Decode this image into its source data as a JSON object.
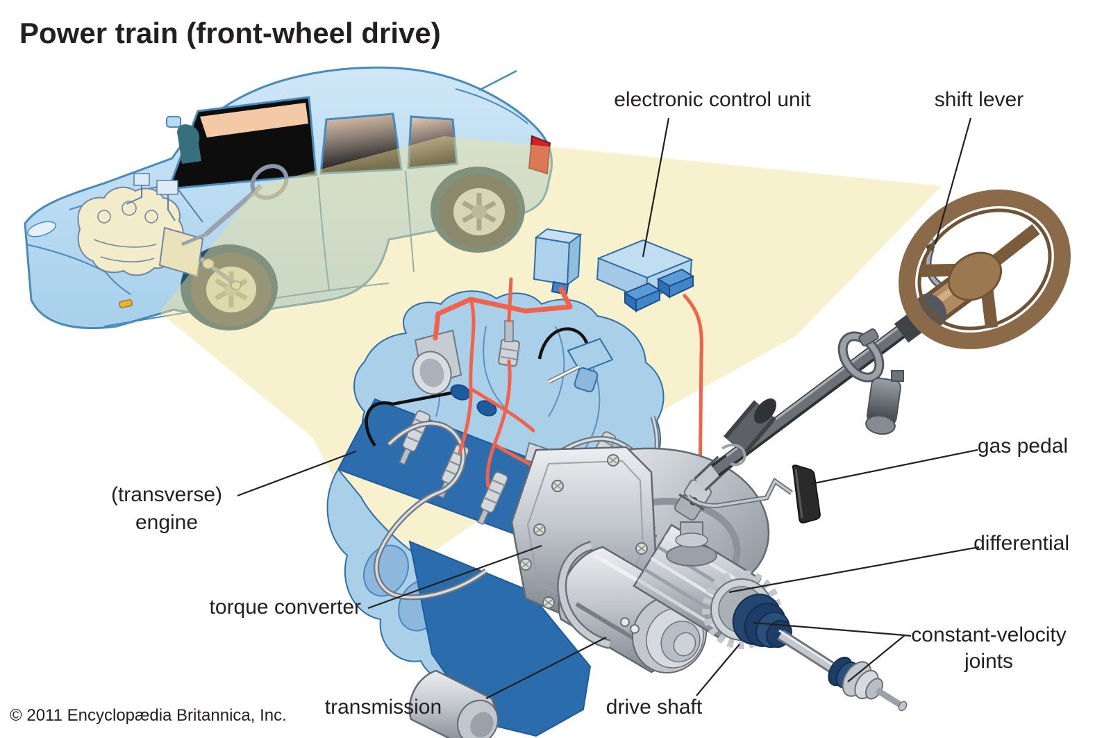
{
  "title": "Power train (front-wheel drive)",
  "copyright": "© 2011 Encyclopædia Britannica, Inc.",
  "labels": {
    "electronic_control_unit": "electronic control unit",
    "shift_lever": "shift lever",
    "transverse_engine_line1": "(transverse)",
    "transverse_engine_line2": "engine",
    "torque_converter": "torque converter",
    "transmission": "transmission",
    "drive_shaft": "drive shaft",
    "gas_pedal": "gas pedal",
    "differential": "differential",
    "constant_velocity_joints_line1": "constant-velocity",
    "constant_velocity_joints_line2": "joints"
  },
  "colors": {
    "text_dark": "#231f20",
    "car_body_blue": "#b7dbf0",
    "car_outline_blue": "#4a8ab8",
    "beam_yellow": "#f0e093",
    "engine_light_blue": "#a9cfe9",
    "engine_dark_blue": "#2d6dad",
    "wire_orange": "#f0634a",
    "connector_blue": "#3f85c8",
    "metal_silver": "#c7ccd2",
    "cv_boot_navy": "#1c3e66",
    "steering_wheel_brown": "#8a6a49",
    "gas_pedal_black": "#2a2a2a",
    "tail_light_red": "#cc2229",
    "interior_cream": "#f2ecca"
  }
}
